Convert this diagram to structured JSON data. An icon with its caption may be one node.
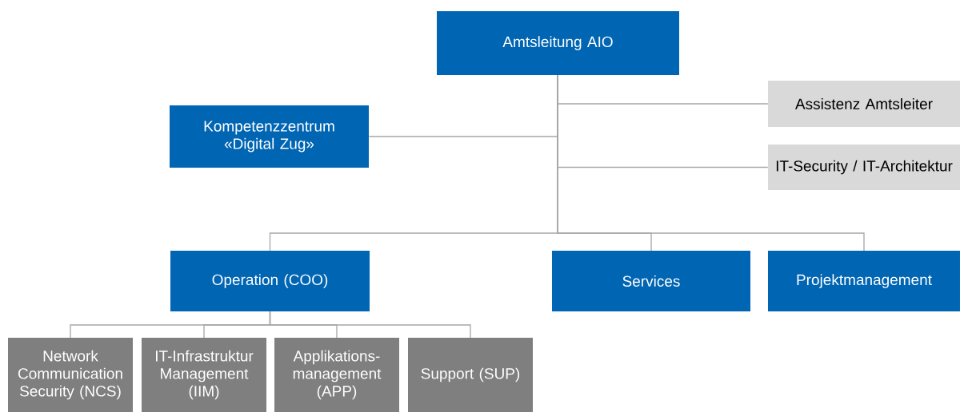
{
  "diagram": {
    "nodes": [
      {
        "text": [
          "Amtsleitung AIO"
        ]
      },
      {
        "text": [
          "Assistenz Amtsleiter"
        ]
      },
      {
        "text": [
          "Kompetenzzentrum «Digital Zug»"
        ]
      },
      {
        "text": [
          "IT-Security / IT-Architektur"
        ]
      },
      {
        "text": [
          "Operation (COO)"
        ]
      },
      {
        "text": [
          "Services"
        ]
      },
      {
        "text": [
          "Projektmanagement"
        ]
      },
      {
        "text": [
          "Network Communication Security (NCS)"
        ]
      },
      {
        "text": [
          "IT-Infrastruktur Management (IIM)"
        ]
      },
      {
        "text": [
          "Applikations-management (APP)"
        ]
      },
      {
        "text": [
          "Support (SUP)"
        ]
      }
    ],
    "edges": [
      {
        "from": 0,
        "to": 1,
        "arrow": "none"
      },
      {
        "from": 0,
        "to": 2,
        "arrow": "none"
      },
      {
        "from": 0,
        "to": 3,
        "arrow": "none"
      },
      {
        "from": 0,
        "to": 4,
        "arrow": "none"
      },
      {
        "from": 0,
        "to": 5,
        "arrow": "none"
      },
      {
        "from": 0,
        "to": 6,
        "arrow": "none"
      },
      {
        "from": 4,
        "to": 7,
        "arrow": "none"
      },
      {
        "from": 4,
        "to": 8,
        "arrow": "none"
      },
      {
        "from": 4,
        "to": 9,
        "arrow": "none"
      },
      {
        "from": 4,
        "to": 10,
        "arrow": "none"
      }
    ]
  }
}
